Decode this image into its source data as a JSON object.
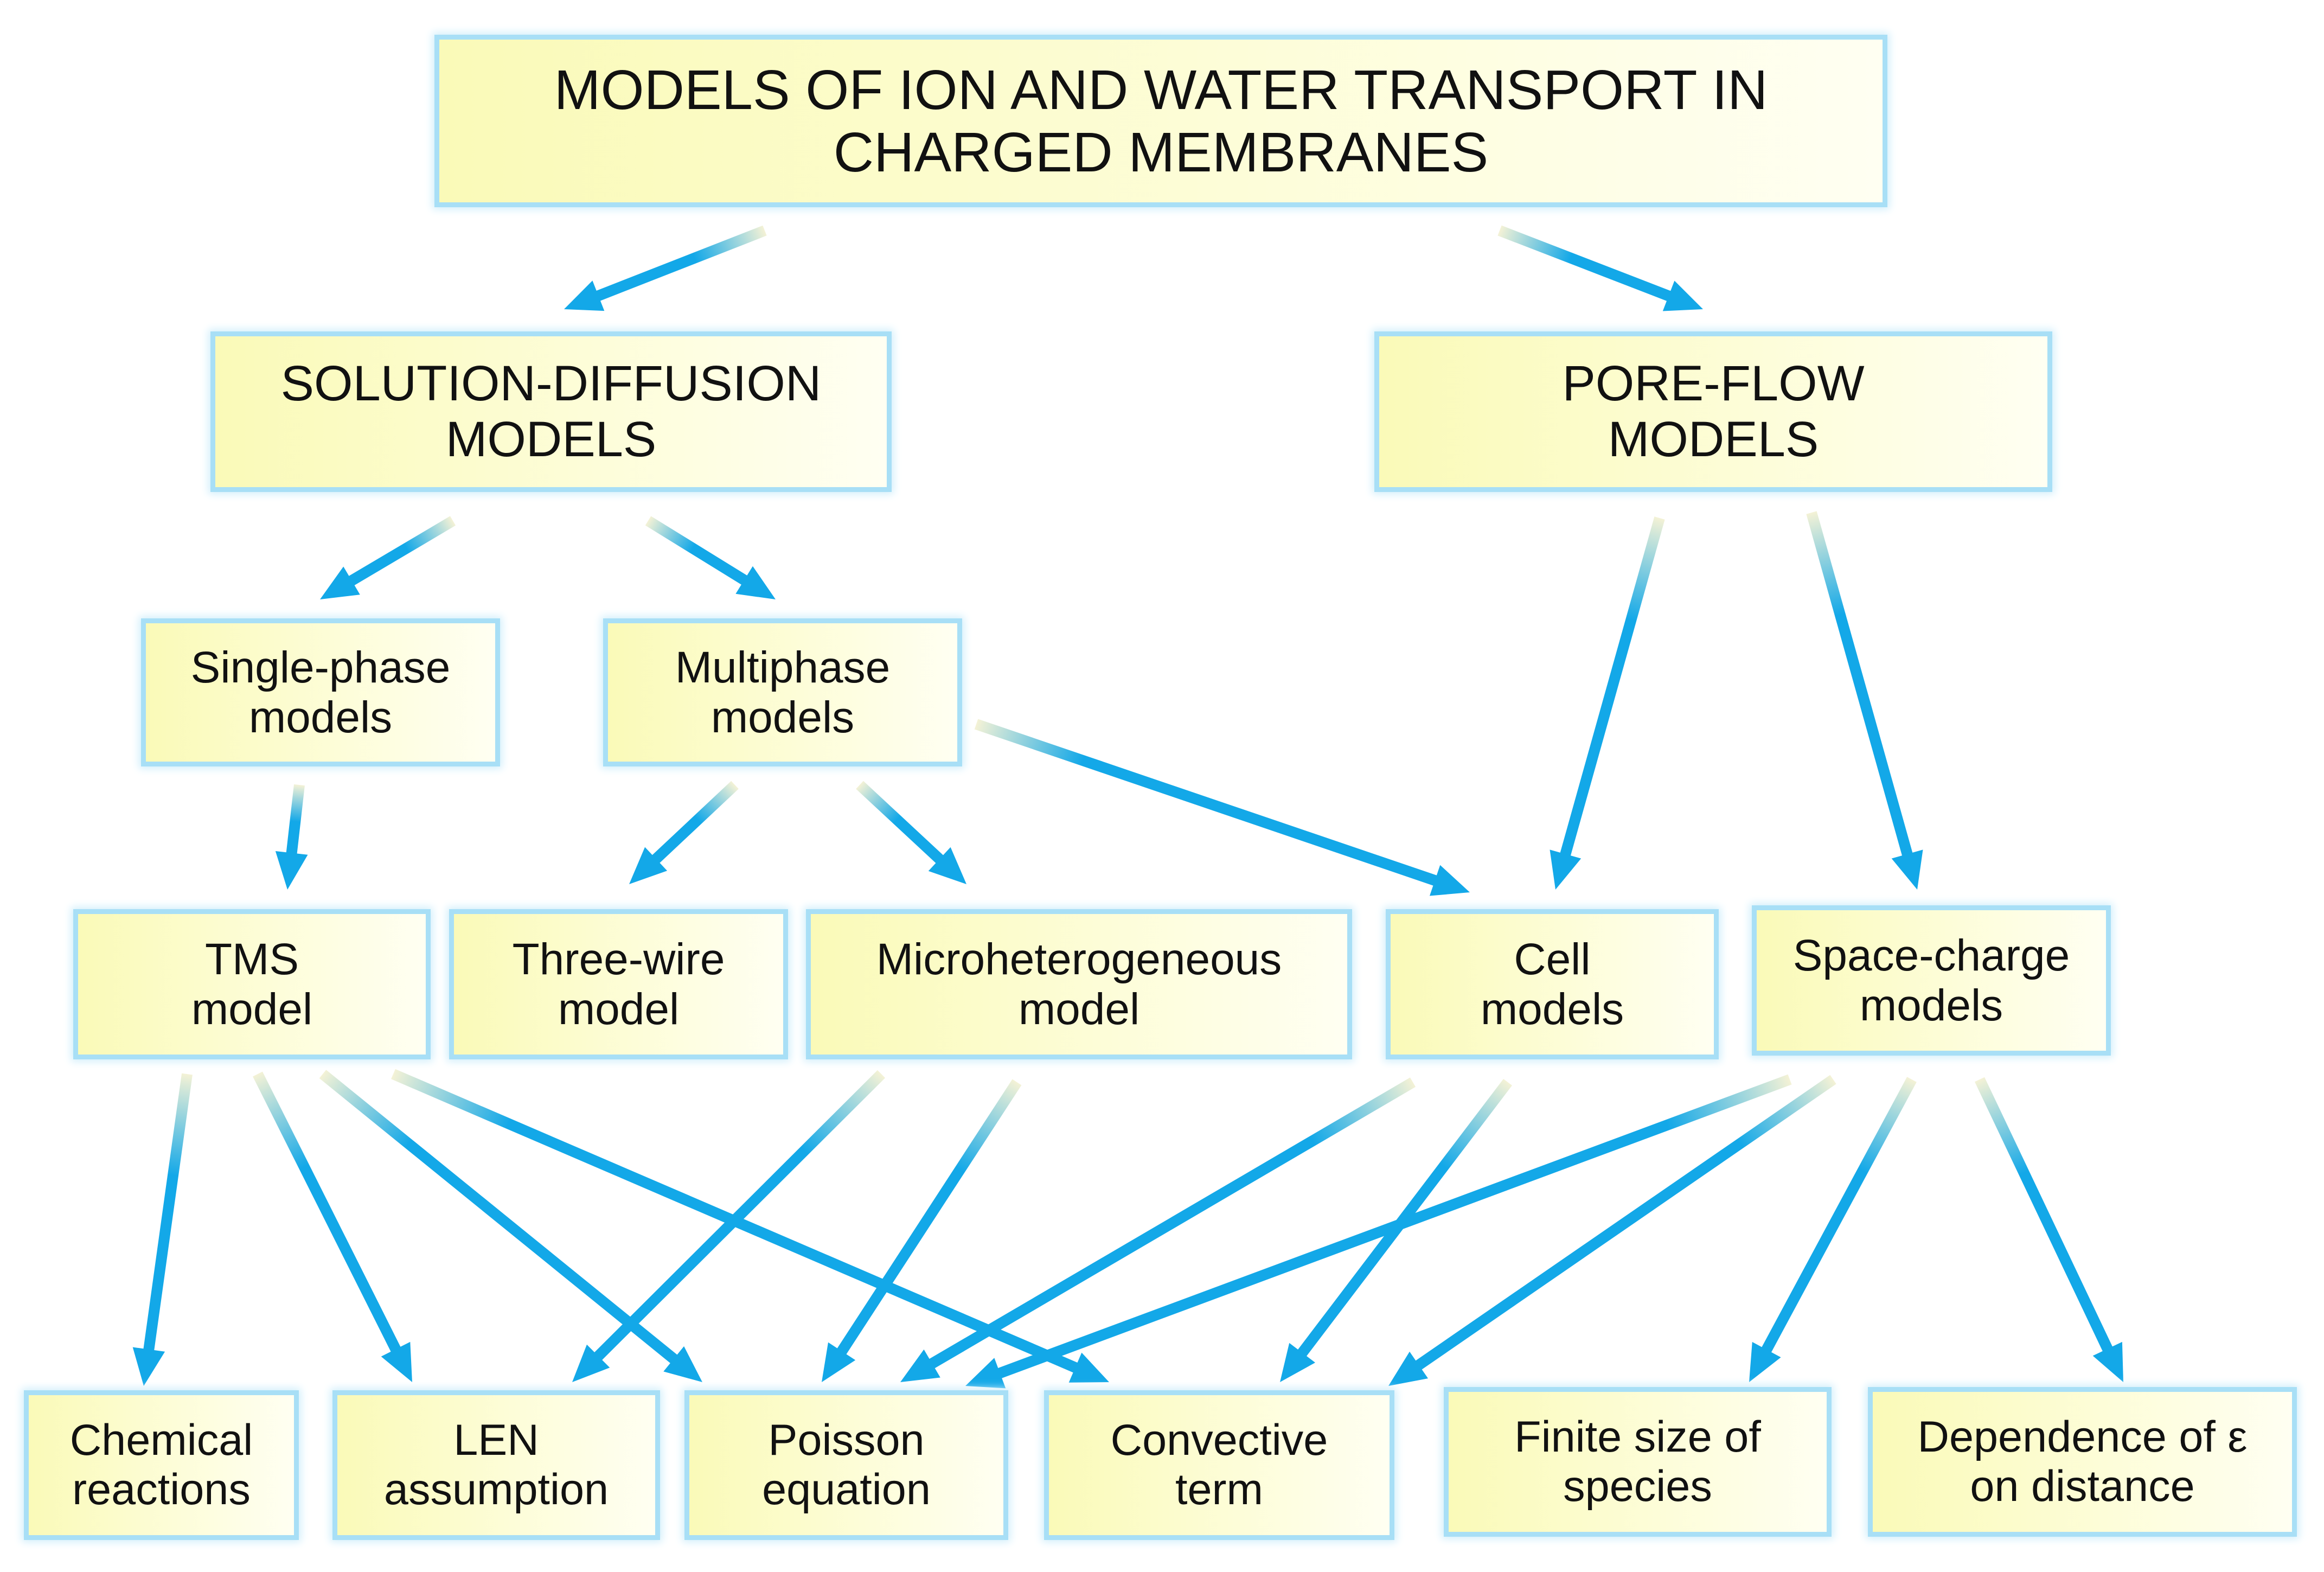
{
  "colors": {
    "arrow": "#13a8e8",
    "arrow_fade": "#f4f2d6",
    "box_border": "#a8dff6"
  },
  "nodes": {
    "root": {
      "line1": "MODELS OF ION AND WATER TRANSPORT IN",
      "line2": "CHARGED MEMBRANES"
    },
    "solution_diffusion": {
      "line1": "SOLUTION-DIFFUSION",
      "line2": "MODELS"
    },
    "pore_flow": {
      "line1": "PORE-FLOW",
      "line2": "MODELS"
    },
    "single_phase": {
      "line1": "Single-phase",
      "line2": "models"
    },
    "multiphase": {
      "line1": "Multiphase",
      "line2": "models"
    },
    "tms": {
      "line1": "TMS",
      "line2": "model"
    },
    "three_wire": {
      "line1": "Three-wire",
      "line2": "model"
    },
    "microheterogeneous": {
      "line1": "Microheterogeneous",
      "line2": "model"
    },
    "cell": {
      "line1": "Cell",
      "line2": "models"
    },
    "space_charge": {
      "line1": "Space-charge",
      "line2": "models"
    },
    "chemical_reactions": {
      "line1": "Chemical",
      "line2": "reactions"
    },
    "len": {
      "line1": "LEN",
      "line2": "assumption"
    },
    "poisson": {
      "line1": "Poisson",
      "line2": "equation"
    },
    "convective": {
      "line1": "Convective",
      "line2": "term"
    },
    "finite_size": {
      "line1": "Finite size of",
      "line2": "species"
    },
    "dependence": {
      "line1": "Dependence of ε",
      "line2": "on distance"
    }
  },
  "edges": [
    {
      "from": "root",
      "to": "solution_diffusion"
    },
    {
      "from": "root",
      "to": "pore_flow"
    },
    {
      "from": "solution_diffusion",
      "to": "single_phase"
    },
    {
      "from": "solution_diffusion",
      "to": "multiphase"
    },
    {
      "from": "pore_flow",
      "to": "cell"
    },
    {
      "from": "pore_flow",
      "to": "space_charge"
    },
    {
      "from": "single_phase",
      "to": "tms"
    },
    {
      "from": "multiphase",
      "to": "three_wire"
    },
    {
      "from": "multiphase",
      "to": "microheterogeneous"
    },
    {
      "from": "multiphase",
      "to": "cell"
    },
    {
      "from": "tms",
      "to": "chemical_reactions"
    },
    {
      "from": "tms",
      "to": "len"
    },
    {
      "from": "tms",
      "to": "poisson"
    },
    {
      "from": "tms",
      "to": "convective"
    },
    {
      "from": "microheterogeneous",
      "to": "len"
    },
    {
      "from": "microheterogeneous",
      "to": "poisson"
    },
    {
      "from": "cell",
      "to": "poisson"
    },
    {
      "from": "cell",
      "to": "convective"
    },
    {
      "from": "space_charge",
      "to": "poisson"
    },
    {
      "from": "space_charge",
      "to": "convective"
    },
    {
      "from": "space_charge",
      "to": "finite_size"
    },
    {
      "from": "space_charge",
      "to": "dependence"
    }
  ]
}
